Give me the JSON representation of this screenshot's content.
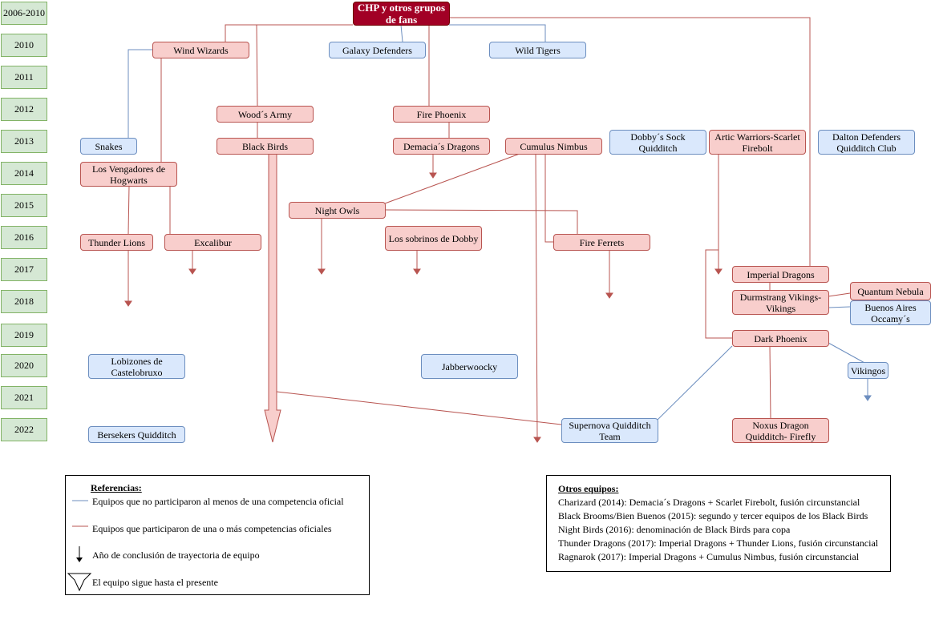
{
  "years": [
    "2006-2010",
    "2010",
    "2011",
    "2012",
    "2013",
    "2014",
    "2015",
    "2016",
    "2017",
    "2018",
    "2019",
    "2020",
    "2021",
    "2022"
  ],
  "teams": {
    "root": [
      "CHP y otros grupos",
      "de fans"
    ],
    "wind_wizards": "Wind Wizards",
    "galaxy_defenders": "Galaxy Defenders",
    "wild_tigers": "Wild Tigers",
    "woods_army": "Wood´s Army",
    "fire_phoenix": "Fire Phoenix",
    "snakes": "Snakes",
    "black_birds": "Black Birds",
    "demacias_dragons": "Demacia´s Dragons",
    "cumulus_nimbus": "Cumulus Nimbus",
    "dobbys_sock": [
      "Dobby´s Sock",
      "Quidditch"
    ],
    "artic_warriors": [
      "Artic Warriors-Scarlet",
      "Firebolt"
    ],
    "dalton_defenders": [
      "Dalton Defenders",
      "Quidditch Club"
    ],
    "vengadores": [
      "Los Vengadores de",
      "Hogwarts"
    ],
    "night_owls": "Night Owls",
    "thunder_lions": "Thunder Lions",
    "excalibur": "Excalibur",
    "sobrinos_dobby": "Los sobrinos de Dobby",
    "fire_ferrets": "Fire Ferrets",
    "imperial_dragons": "Imperial Dragons",
    "quantum_nebula": "Quantum Nebula",
    "durmstrang": [
      "Durmstrang Vikings-",
      "Vikings"
    ],
    "buenos_aires": [
      "Buenos Aires",
      "Occamy´s"
    ],
    "dark_phoenix": "Dark Phoenix",
    "lobizones": [
      "Lobizones de",
      "Castelobruxo"
    ],
    "jabberwoocky": "Jabberwoocky",
    "vikingos": "Vikingos",
    "supernova": [
      "Supernova Quidditch",
      "Team"
    ],
    "bersekers": "Bersekers Quidditch",
    "nexus": [
      "Noxus Dragon",
      "Quidditch- Firefly"
    ]
  },
  "legend": {
    "title": "Referencias:",
    "blue_line": "Equipos que no participaron al menos de una competencia oficial",
    "red_line": "Equipos que participaron de una o más competencias oficiales",
    "arrow_end": "Año de conclusión de trayectoria de equipo",
    "arrow_continue": "El equipo sigue hasta el presente"
  },
  "otros": {
    "title": "Otros equipos:",
    "lines": [
      "Charizard (2014): Demacia´s Dragons + Scarlet Firebolt, fusión circunstancial",
      "Black Brooms/Bien Buenos (2015): segundo y tercer equipos de los Black Birds",
      "Night Birds (2016): denominación de Black Birds para copa",
      "Thunder Dragons (2017): Imperial Dragons + Thunder Lions, fusión circunstancial",
      "Ragnarok (2017): Imperial Dragons + Cumulus Nimbus, fusión circunstancial"
    ]
  },
  "colors": {
    "red_fill": "#f8cecc",
    "red_stroke": "#b85450",
    "blue_fill": "#dae8fc",
    "blue_stroke": "#6c8ebf",
    "root_fill": "#a20025",
    "year_fill": "#d5e8d4",
    "year_stroke": "#82b366"
  }
}
